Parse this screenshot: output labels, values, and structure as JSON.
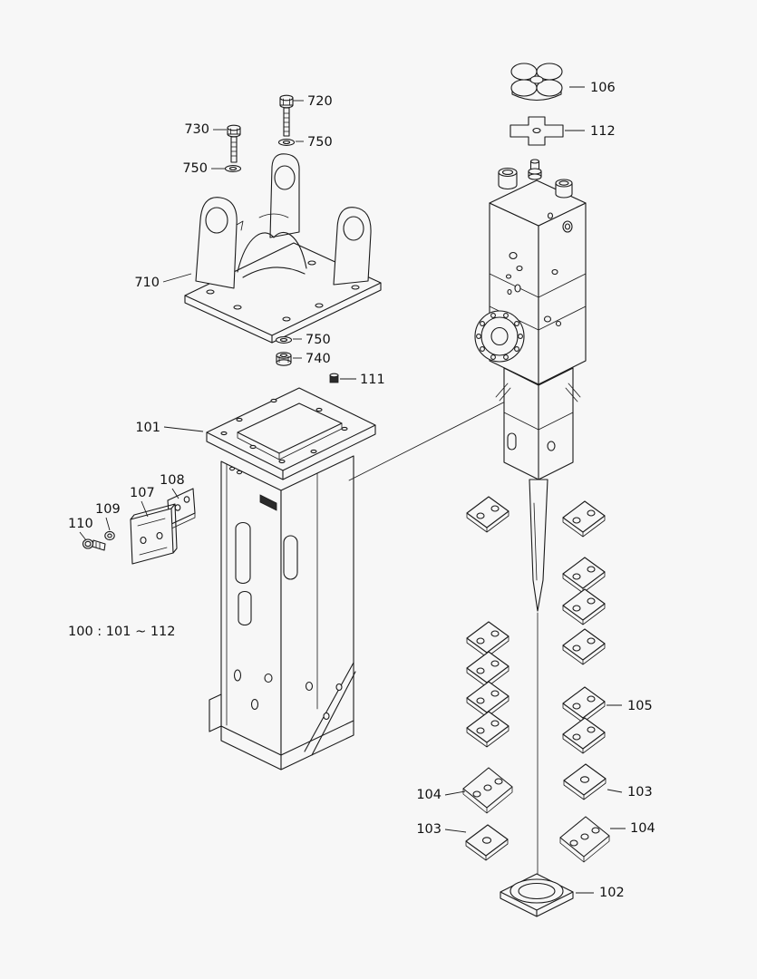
{
  "canvas": {
    "background_color": "#f7f7f7",
    "line_color": "#1a1a1a"
  },
  "diagram": {
    "type": "exploded-parts-diagram",
    "group_note": "100 : 101 ~ 112",
    "labels": {
      "l720": "720",
      "l730": "730",
      "l750a": "750",
      "l750b": "750",
      "l710": "710",
      "l750c": "750",
      "l740": "740",
      "l111": "111",
      "l101": "101",
      "l108": "108",
      "l107": "107",
      "l109": "109",
      "l110": "110",
      "l106": "106",
      "l112": "112",
      "l105": "105",
      "l104_left": "104",
      "l103_right": "103",
      "l103_left": "103",
      "l104_right": "104",
      "l102": "102"
    }
  }
}
